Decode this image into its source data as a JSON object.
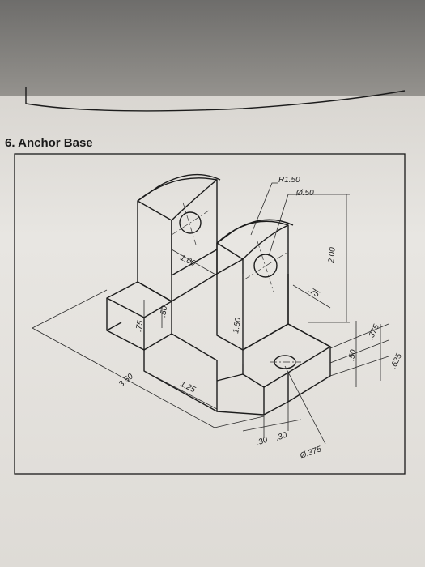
{
  "heading": {
    "title": "6. Anchor Base"
  },
  "dimensions": {
    "r150": "R1.50",
    "d050": "Ø.50",
    "d100": "1.00",
    "d200": "2.00",
    "d075a": ".75",
    "d050b": ".50",
    "d075b": ".75",
    "d150": "1.50",
    "d350": "3.50",
    "d125": "1.25",
    "d375": ".375",
    "d050c": ".50",
    "d625": ".625",
    "d30a": ".30",
    "d30b": ".30",
    "d0375": "Ø.375"
  }
}
